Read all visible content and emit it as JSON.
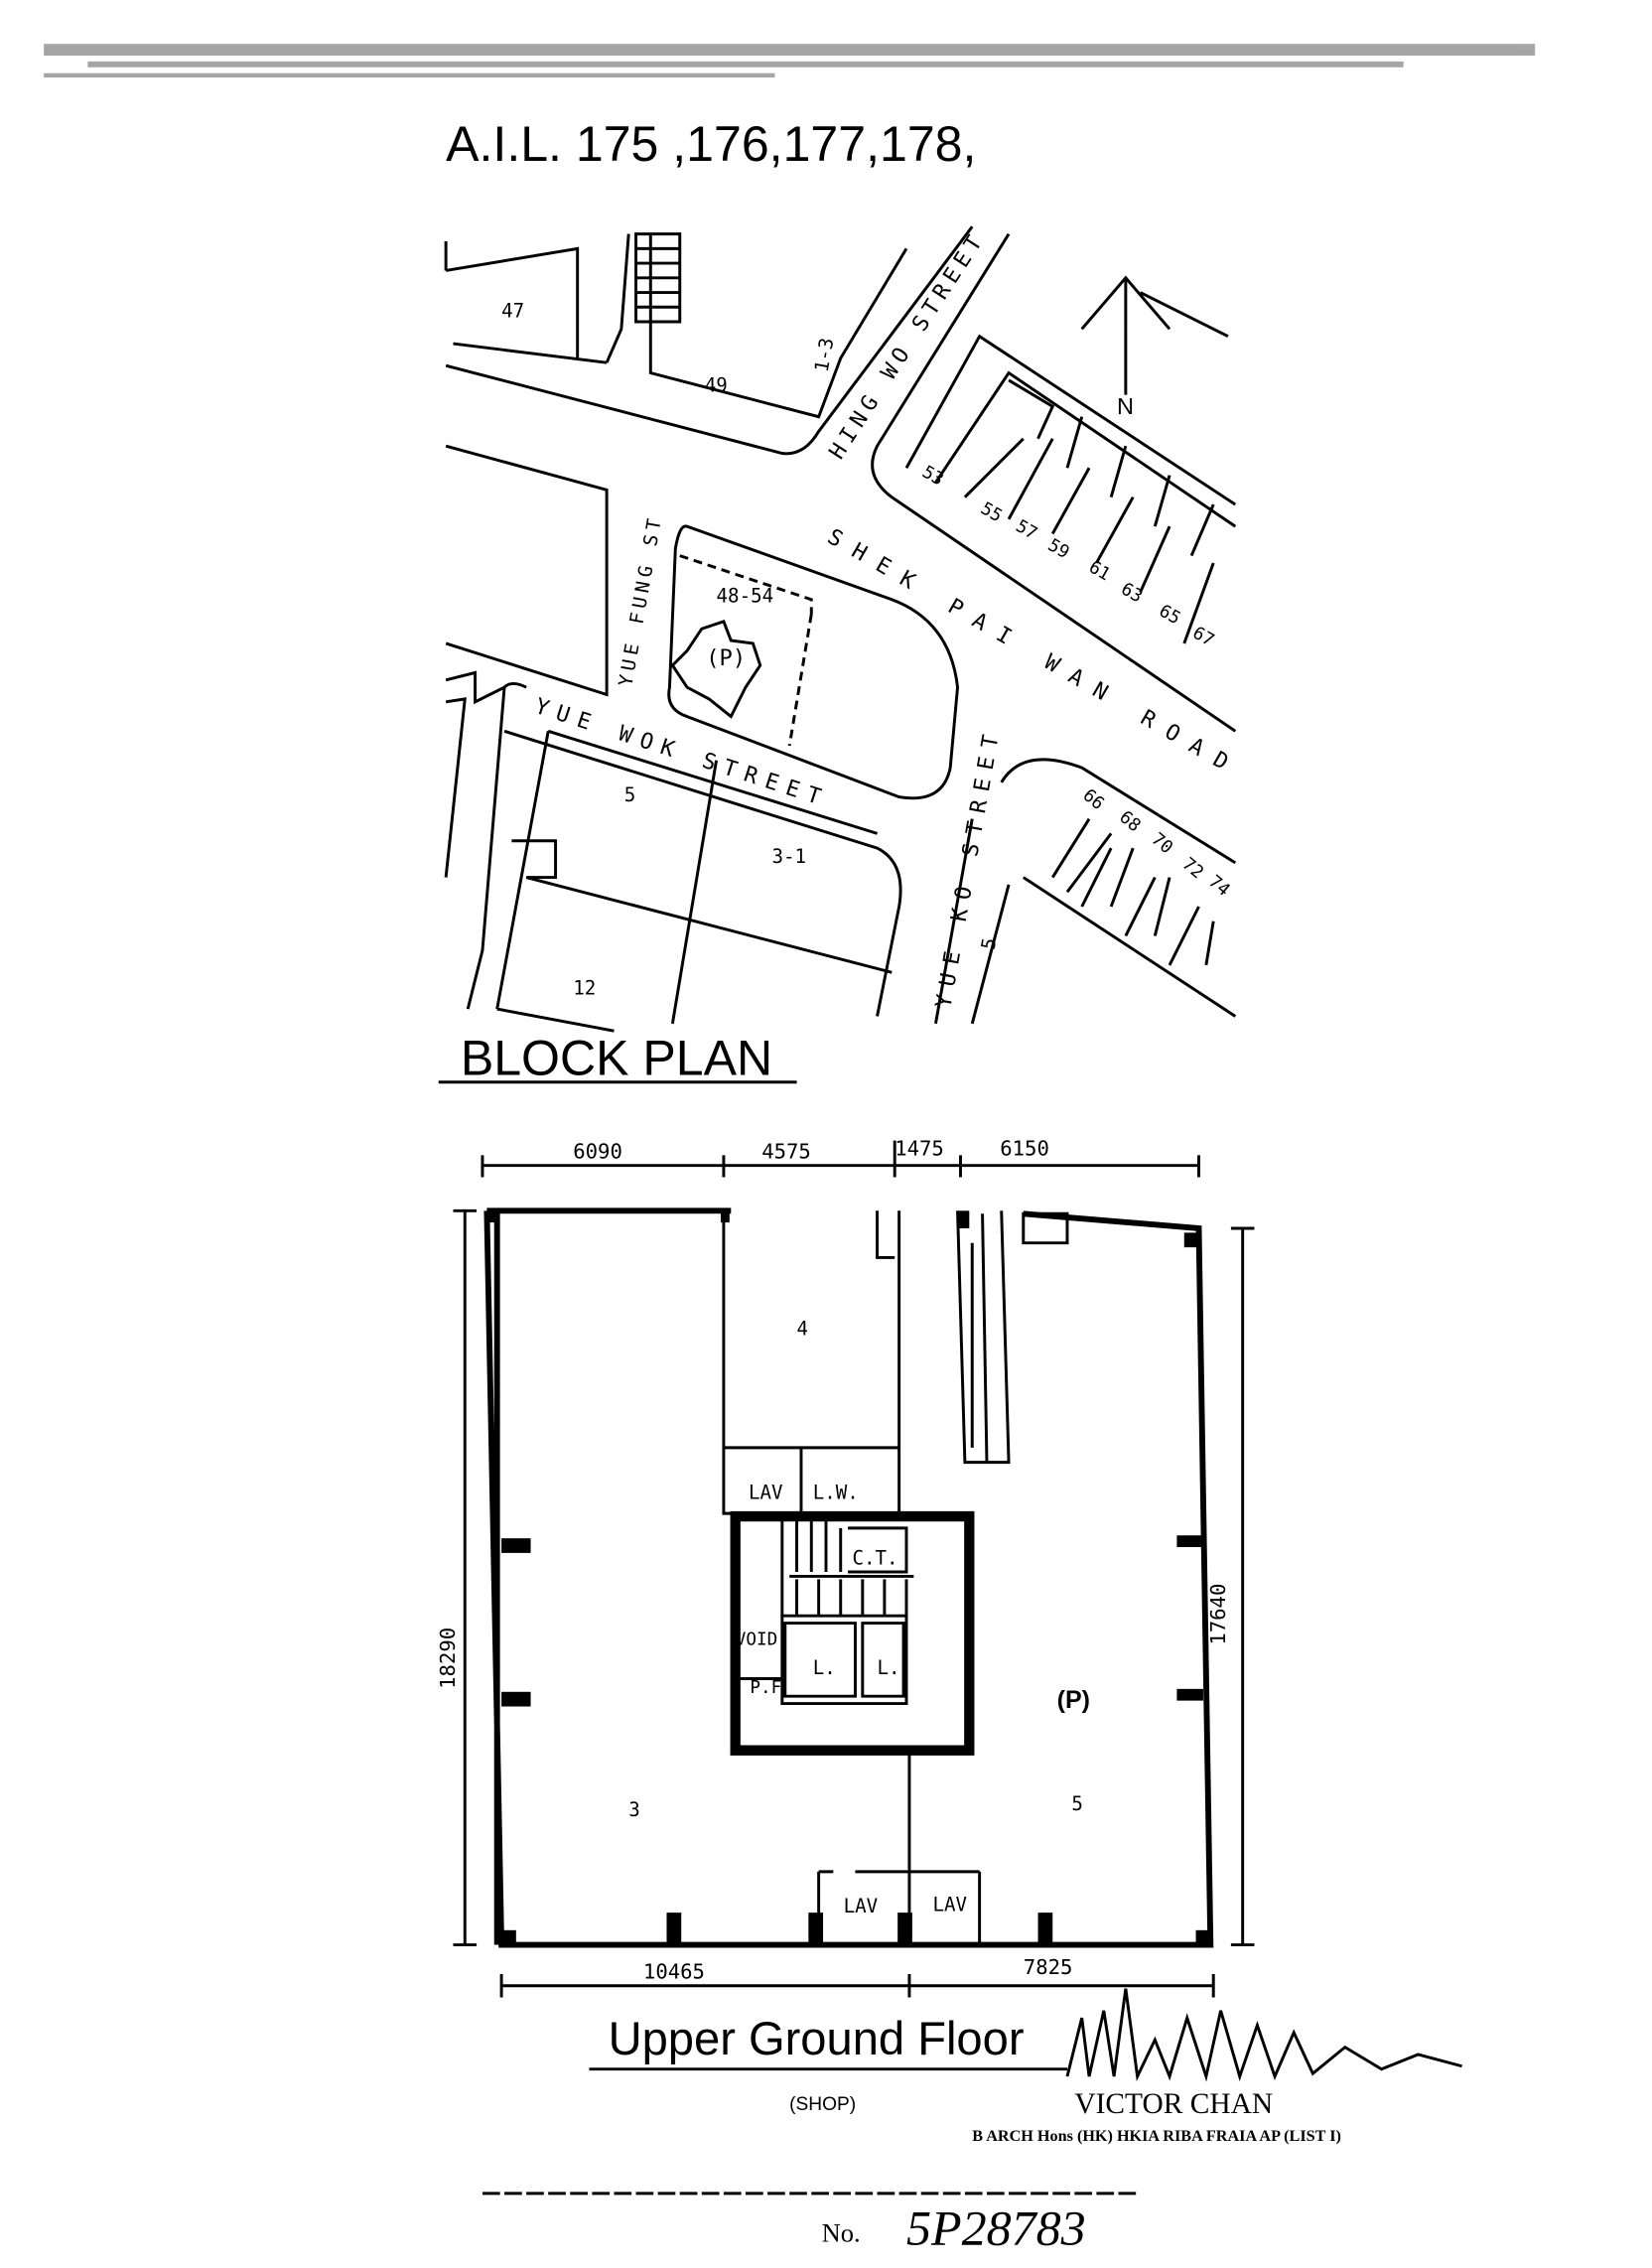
{
  "header": {
    "lot_title": "A.I.L. 175 ,176,177,178,"
  },
  "block_plan": {
    "title": "BLOCK PLAN",
    "north": "N",
    "streets": {
      "hing_wo": "HING WO STREET",
      "shek_pai_wan": "SHEK PAI WAN ROAD",
      "yue_fung": "YUE FUNG ST",
      "yue_wok": "YUE WOK STREET",
      "yue_ko": "YUE KO STREET"
    },
    "lots": {
      "l47": "47",
      "l49": "49",
      "l1_3": "1-3",
      "l53": "53",
      "row_upper": [
        "55",
        "57",
        "59",
        "61",
        "63",
        "65",
        "67"
      ],
      "site": "48-54",
      "site_mark": "(P)",
      "l5": "5",
      "l3_1": "3-1",
      "l12": "12",
      "l5b": "5",
      "row_lower": [
        "66",
        "68",
        "70",
        "72",
        "74"
      ]
    }
  },
  "floor_plan": {
    "title": "Upper Ground Floor",
    "subtitle": "(SHOP)",
    "dims_top": [
      "6090",
      "4575",
      "1475",
      "6150"
    ],
    "dim_left": "18290",
    "dim_right": "17640",
    "dims_bottom": [
      "10465",
      "7825"
    ],
    "rooms": {
      "r4": "4",
      "lav1": "LAV",
      "lw": "L.W.",
      "ct": "C.T.",
      "void": "VOID",
      "pf": "P.F",
      "lift1": "L.",
      "lift2": "L.",
      "p": "(P)",
      "r3": "3",
      "r5": "5",
      "lav2": "LAV",
      "lav3": "LAV"
    }
  },
  "signature": {
    "name": "VICTOR CHAN",
    "credentials": "B ARCH Hons (HK) HKIA RIBA FRAIA AP (LIST I)"
  },
  "stamp": {
    "label": "No.",
    "number": "5P28783"
  }
}
